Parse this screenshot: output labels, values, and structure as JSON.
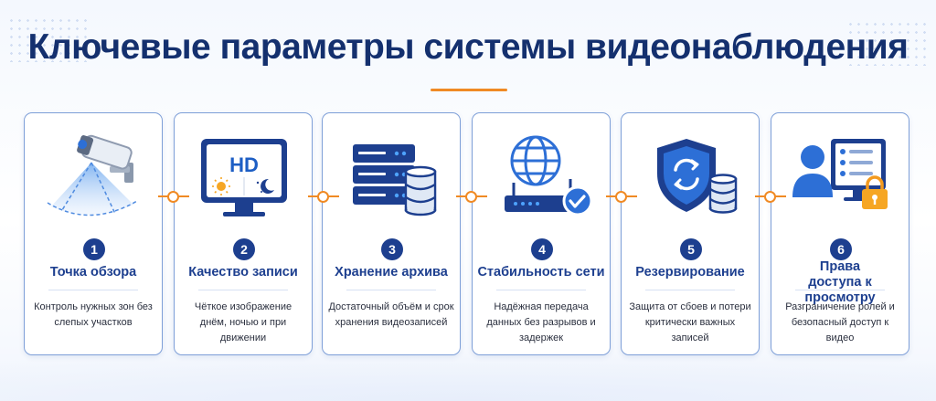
{
  "title": "Ключевые параметры системы видеонаблюдения",
  "cards": [
    {
      "number": "1",
      "title": "Точка обзора",
      "description": "Контроль нужных зон без слепых участков",
      "icon": "cctv-camera-icon"
    },
    {
      "number": "2",
      "title": "Качество записи",
      "description": "Чёткое изображение днём, ночью и при движении",
      "icon": "hd-monitor-icon",
      "icon_text": "HD"
    },
    {
      "number": "3",
      "title": "Хранение архива",
      "description": "Достаточный объём и срок хранения видеозаписей",
      "icon": "server-database-icon"
    },
    {
      "number": "4",
      "title": "Стабильность сети",
      "description": "Надёжная передача данных без разрывов и задержек",
      "icon": "network-router-icon"
    },
    {
      "number": "5",
      "title": "Резервирование",
      "description": "Защита от сбоев и потери критически важных записей",
      "icon": "shield-backup-icon"
    },
    {
      "number": "6",
      "title": "Права доступа к просмотру",
      "description": "Разграничение ролей и безопасный доступ к видео",
      "icon": "user-access-lock-icon"
    }
  ],
  "colors": {
    "primary": "#1d3f8f",
    "accent": "#f08a24",
    "card_border": "#7e9fd8",
    "icon_blue": "#2d6fd6"
  }
}
